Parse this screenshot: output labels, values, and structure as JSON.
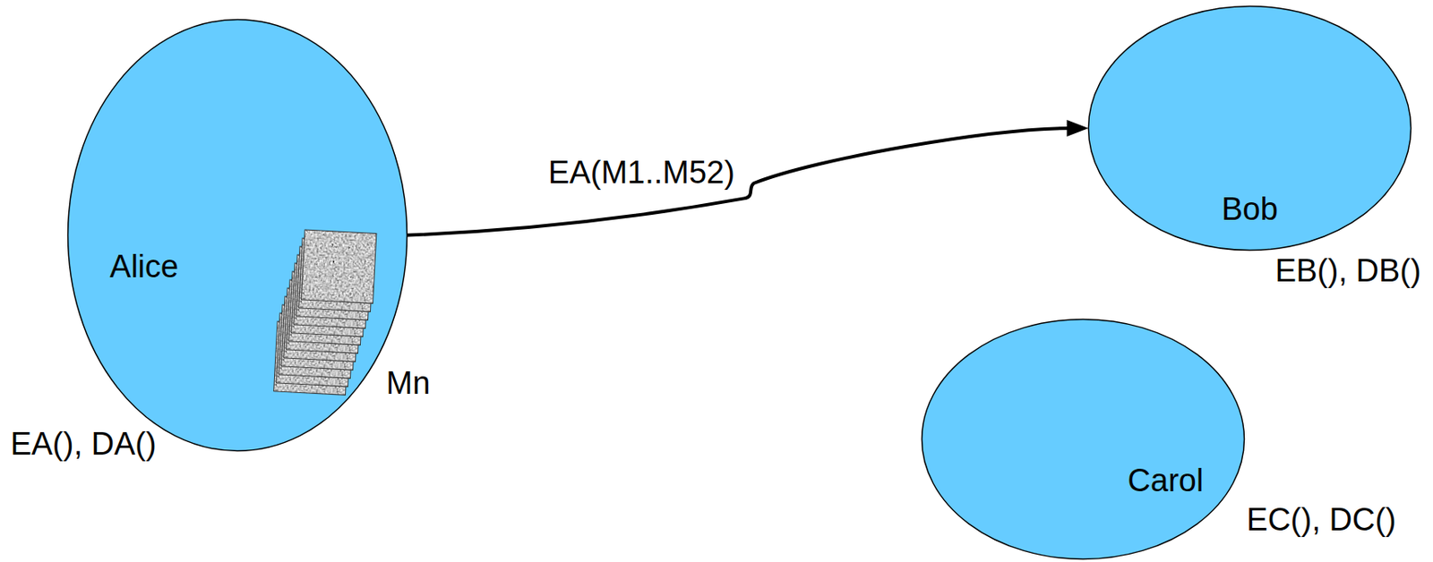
{
  "diagram": {
    "nodes": [
      {
        "text": [
          "Alice",
          "EA(), DA()"
        ]
      },
      {
        "text": [
          "Bob",
          "EB(), DB()"
        ]
      },
      {
        "text": [
          "Carol",
          "EC(), DC()"
        ]
      }
    ],
    "edges": [
      {
        "from": 0,
        "to": 1,
        "arrow": "to",
        "label": "EA(M1..M52)"
      }
    ],
    "labels": [
      "Mn"
    ]
  }
}
